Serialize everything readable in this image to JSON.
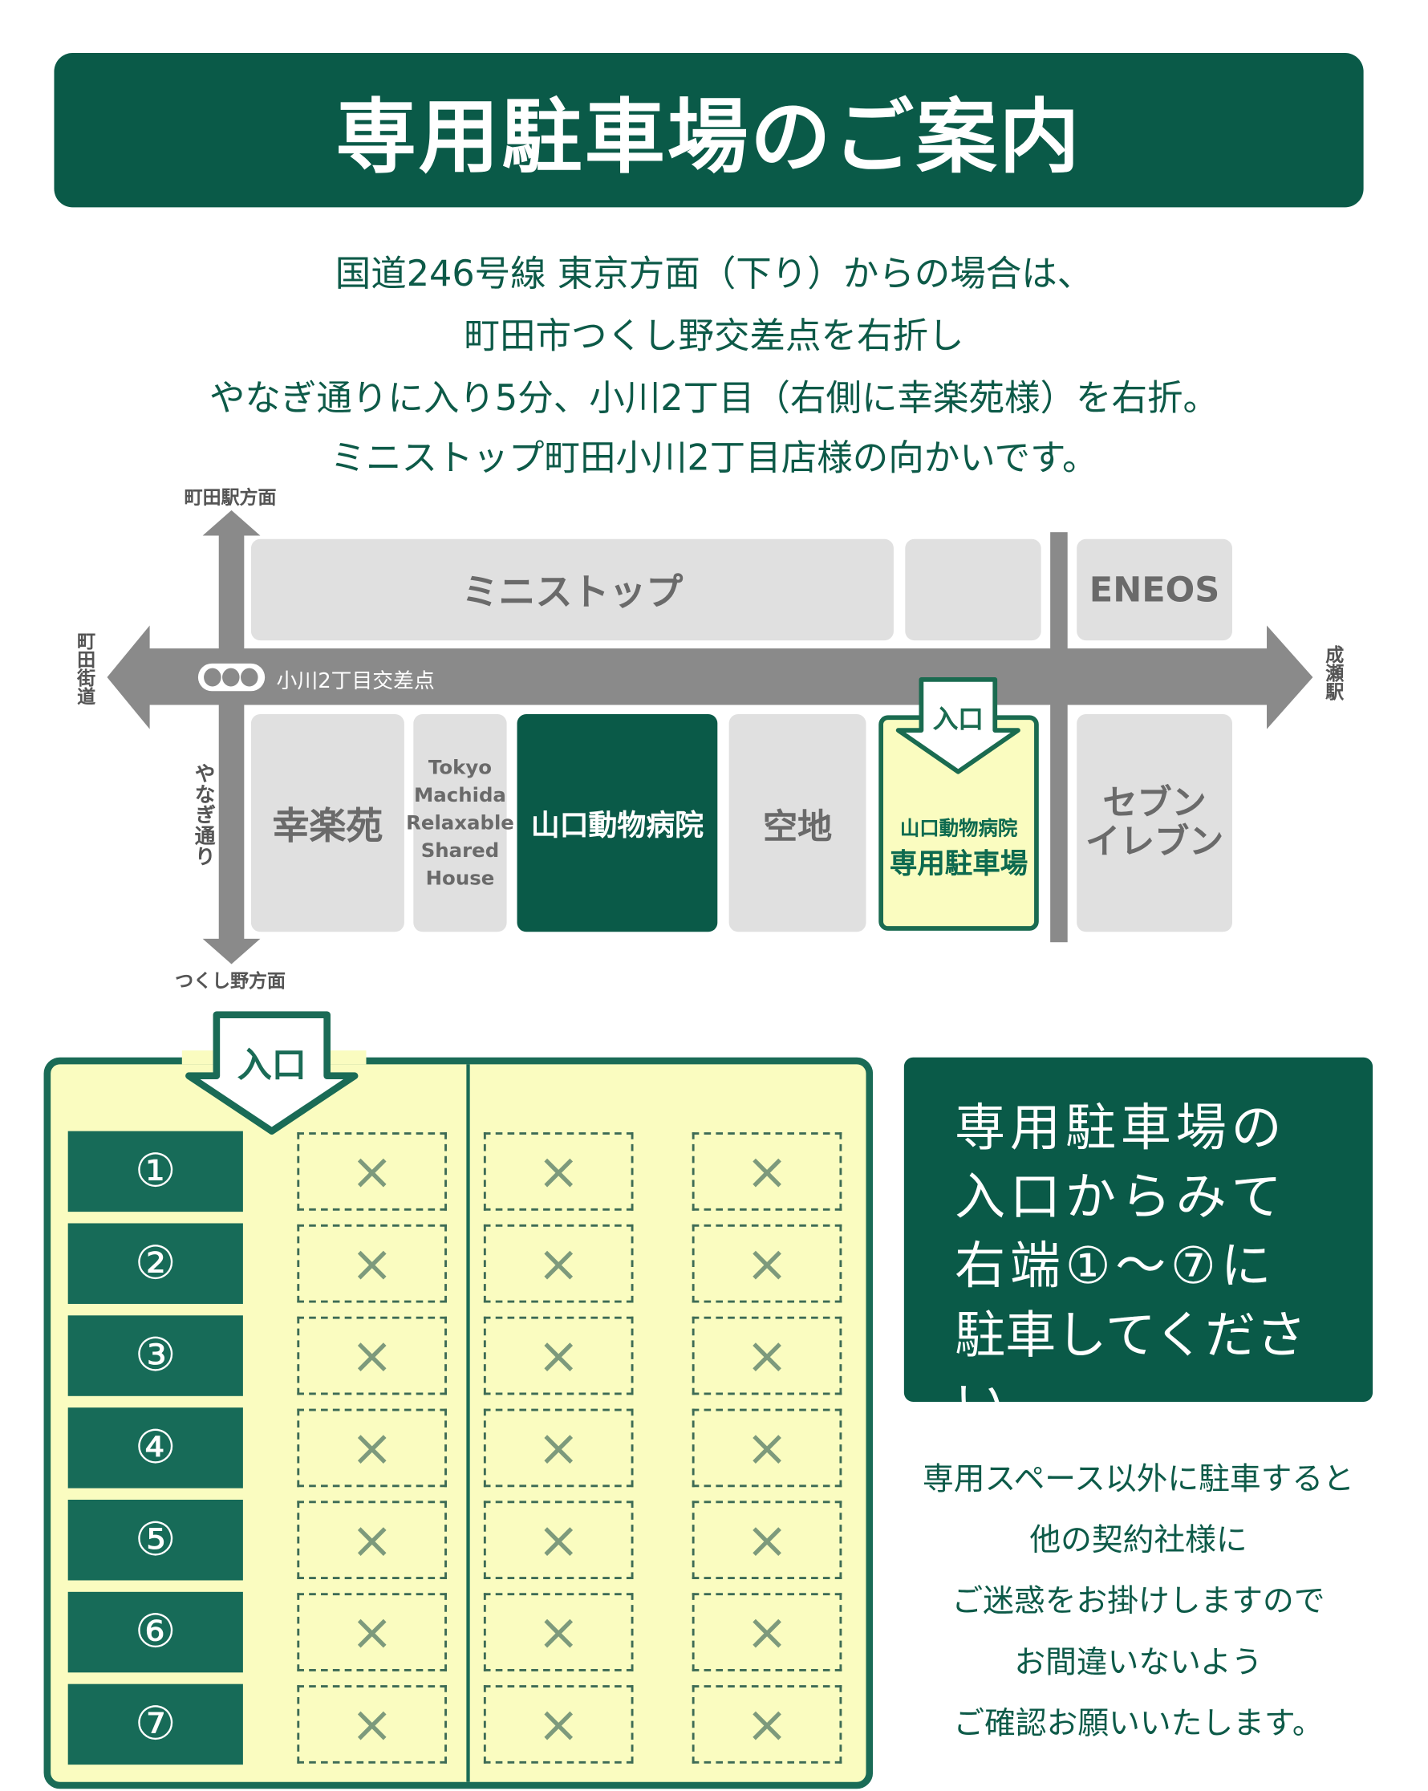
{
  "header": {
    "title": "専用駐車場のご案内"
  },
  "intro": [
    "国道246号線 東京方面（下り）からの場合は、",
    "町田市つくし野交差点を右折し",
    "やなぎ通りに入り5分、小川2丁目（右側に幸楽苑様）を右折。",
    "ミニストップ町田小川2丁目店様の向かいです。"
  ],
  "map": {
    "north": "町田駅方面",
    "south": "つくし野方面",
    "west": "町田街道",
    "east": "成瀬駅",
    "side_street": "やなぎ通り",
    "intersection": "小川2丁目交差点",
    "top_blocks": [
      "ミニストップ",
      "",
      "ENEOS"
    ],
    "bottom_blocks": {
      "kourakuen": "幸楽苑",
      "shared_house": [
        "Tokyo",
        "Machida",
        "Relaxable",
        "Shared",
        "House"
      ],
      "hospital": "山口動物病院",
      "vacant": "空地",
      "parking_line1": "山口動物病院",
      "parking_line2": "専用駐車場",
      "seven": [
        "セブン",
        "イレブン"
      ]
    },
    "entrance": "入口"
  },
  "lot": {
    "entrance": "入口",
    "numbers": [
      "①",
      "②",
      "③",
      "④",
      "⑤",
      "⑥",
      "⑦"
    ],
    "mark": "×"
  },
  "instruction": [
    "専用駐車場の",
    "入口からみて",
    "右端①～⑦に",
    "駐車してください。"
  ],
  "notice": [
    "専用スペース以外に駐車すると",
    "他の契約社様に",
    "ご迷惑をお掛けしますので",
    "お間違いないよう",
    "ご確認お願いいたします。"
  ],
  "colors": {
    "brand": "#0a5a48",
    "lot_bg": "#fafcc0",
    "road": "#8a8a8a",
    "block": "#e0e0e0"
  }
}
